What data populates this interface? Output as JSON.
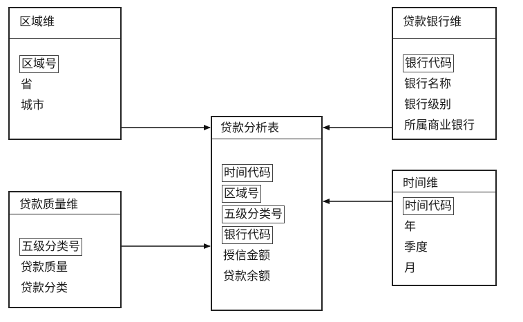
{
  "entities": {
    "region": {
      "title": "区域维",
      "attributes": [
        {
          "label": "区域号",
          "key": true
        },
        {
          "label": "省",
          "key": false
        },
        {
          "label": "城市",
          "key": false
        }
      ]
    },
    "bank": {
      "title": "贷款银行维",
      "attributes": [
        {
          "label": "银行代码",
          "key": true
        },
        {
          "label": "银行名称",
          "key": false
        },
        {
          "label": "银行级别",
          "key": false
        },
        {
          "label": "所属商业银行",
          "key": false
        }
      ]
    },
    "fact": {
      "title": "贷款分析表",
      "attributes": [
        {
          "label": "时间代码",
          "key": true
        },
        {
          "label": "区域号",
          "key": true
        },
        {
          "label": "五级分类号",
          "key": true
        },
        {
          "label": "银行代码",
          "key": true
        },
        {
          "label": "授信金额",
          "key": false
        },
        {
          "label": "贷款余额",
          "key": false
        }
      ]
    },
    "quality": {
      "title": "贷款质量维",
      "attributes": [
        {
          "label": "五级分类号",
          "key": true
        },
        {
          "label": "贷款质量",
          "key": false
        },
        {
          "label": "贷款分类",
          "key": false
        }
      ]
    },
    "time": {
      "title": "时间维",
      "attributes": [
        {
          "label": "时间代码",
          "key": true
        },
        {
          "label": "年",
          "key": false
        },
        {
          "label": "季度",
          "key": false
        },
        {
          "label": "月",
          "key": false
        }
      ]
    }
  },
  "relationships": [
    {
      "from": "region",
      "to": "fact"
    },
    {
      "from": "bank",
      "to": "fact"
    },
    {
      "from": "quality",
      "to": "fact"
    },
    {
      "from": "time",
      "to": "fact"
    }
  ]
}
